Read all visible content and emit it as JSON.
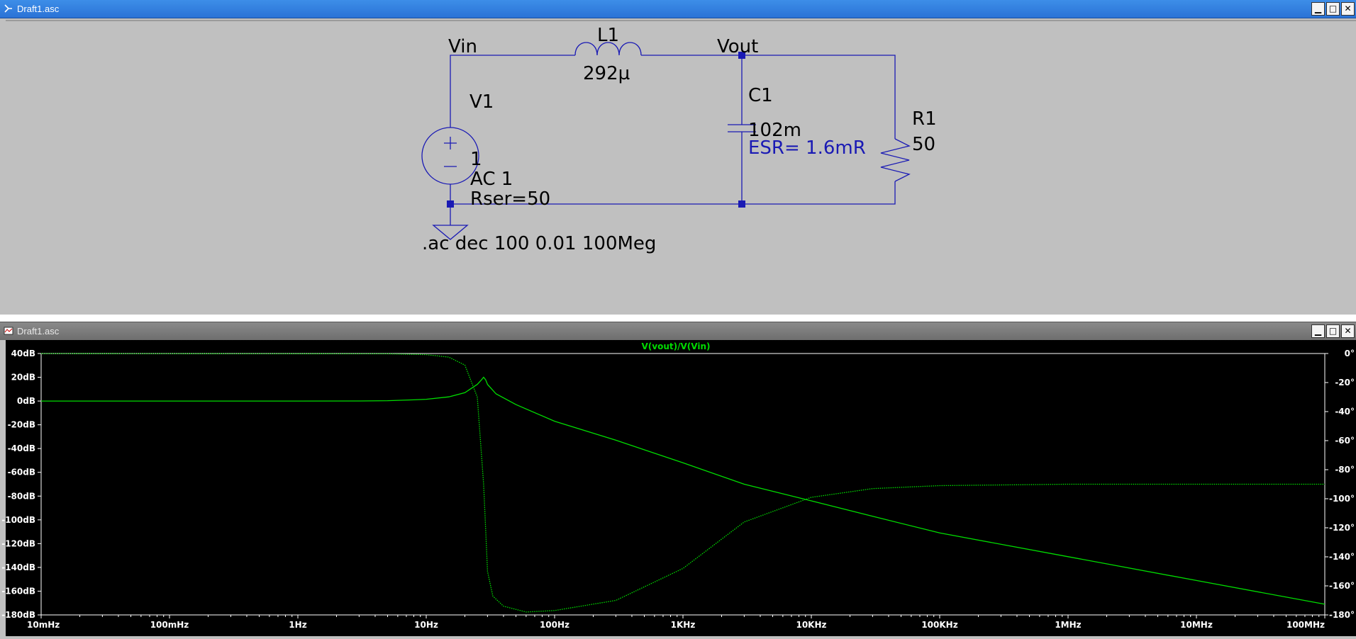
{
  "schematic_window": {
    "title": "Draft1.asc",
    "buttons": {
      "minimize": "▁",
      "maximize": "□",
      "close": "✕"
    },
    "labels": {
      "vin": "Vin",
      "vout": "Vout",
      "l1_name": "L1",
      "l1_value": "292µ",
      "v1_name": "V1",
      "v1_value": "1",
      "v1_ac": "AC 1",
      "v1_rser": "Rser=50",
      "c1_name": "C1",
      "c1_value": "102m",
      "c1_esr": "ESR= 1.6mR",
      "r1_name": "R1",
      "r1_value": "50",
      "directive": ".ac dec 100 0.01 100Meg"
    },
    "colors": {
      "wire": "#1a1ab4",
      "esr_text": "#1a1ab4",
      "background": "#c0c0c0",
      "text": "#000000"
    }
  },
  "waveform_window": {
    "title": "Draft1.asc",
    "buttons": {
      "minimize": "▁",
      "maximize": "□",
      "close": "✕"
    }
  },
  "chart_data": {
    "type": "line",
    "title": "V(vout)/V(Vin)",
    "xscale": "log",
    "xlim": [
      0.01,
      100000000
    ],
    "x_ticks": [
      "10mHz",
      "100mHz",
      "1Hz",
      "10Hz",
      "100Hz",
      "1KHz",
      "10KHz",
      "100KHz",
      "1MHz",
      "10MHz",
      "100MHz"
    ],
    "x_tick_values": [
      0.01,
      0.1,
      1,
      10,
      100,
      1000,
      10000,
      100000,
      1000000,
      10000000,
      100000000
    ],
    "y_left_ticks": [
      "40dB",
      "20dB",
      "0dB",
      "-20dB",
      "-40dB",
      "-60dB",
      "-80dB",
      "-100dB",
      "-120dB",
      "-140dB",
      "-160dB",
      "-180dB"
    ],
    "ylim_left": [
      -180,
      40
    ],
    "y_right_ticks": [
      "0°",
      "-20°",
      "-40°",
      "-60°",
      "-80°",
      "-100°",
      "-120°",
      "-140°",
      "-160°",
      "-180°"
    ],
    "ylim_right": [
      -180,
      0
    ],
    "series": [
      {
        "axis": "left",
        "style": "solid",
        "x": [
          0.01,
          1,
          3,
          5,
          8,
          10,
          15,
          20,
          25,
          27,
          28,
          29,
          30,
          35,
          50,
          100,
          300,
          1000,
          3000,
          10000,
          30000,
          100000,
          1000000,
          10000000,
          100000000
        ],
        "y": [
          0,
          0,
          0.05,
          0.3,
          1,
          1.5,
          3.5,
          7,
          14,
          18,
          20,
          18,
          14,
          6,
          -3,
          -17,
          -33,
          -52,
          -70,
          -84,
          -97,
          -111,
          -131,
          -151,
          -171
        ]
      },
      {
        "axis": "right",
        "style": "dotted",
        "x": [
          0.01,
          5,
          10,
          15,
          20,
          25,
          28,
          29,
          30,
          33,
          40,
          60,
          100,
          300,
          1000,
          3000,
          10000,
          30000,
          100000,
          1000000,
          10000000,
          100000000
        ],
        "y": [
          0,
          -0.2,
          -0.8,
          -2.5,
          -8,
          -30,
          -90,
          -120,
          -150,
          -167,
          -174,
          -178,
          -177,
          -170,
          -148,
          -116,
          -99,
          -93,
          -91,
          -90,
          -90,
          -90
        ]
      }
    ],
    "colors": {
      "trace": "#00dd00",
      "axis_text": "#ffffff",
      "title_text": "#00dd00",
      "background": "#000000"
    }
  }
}
